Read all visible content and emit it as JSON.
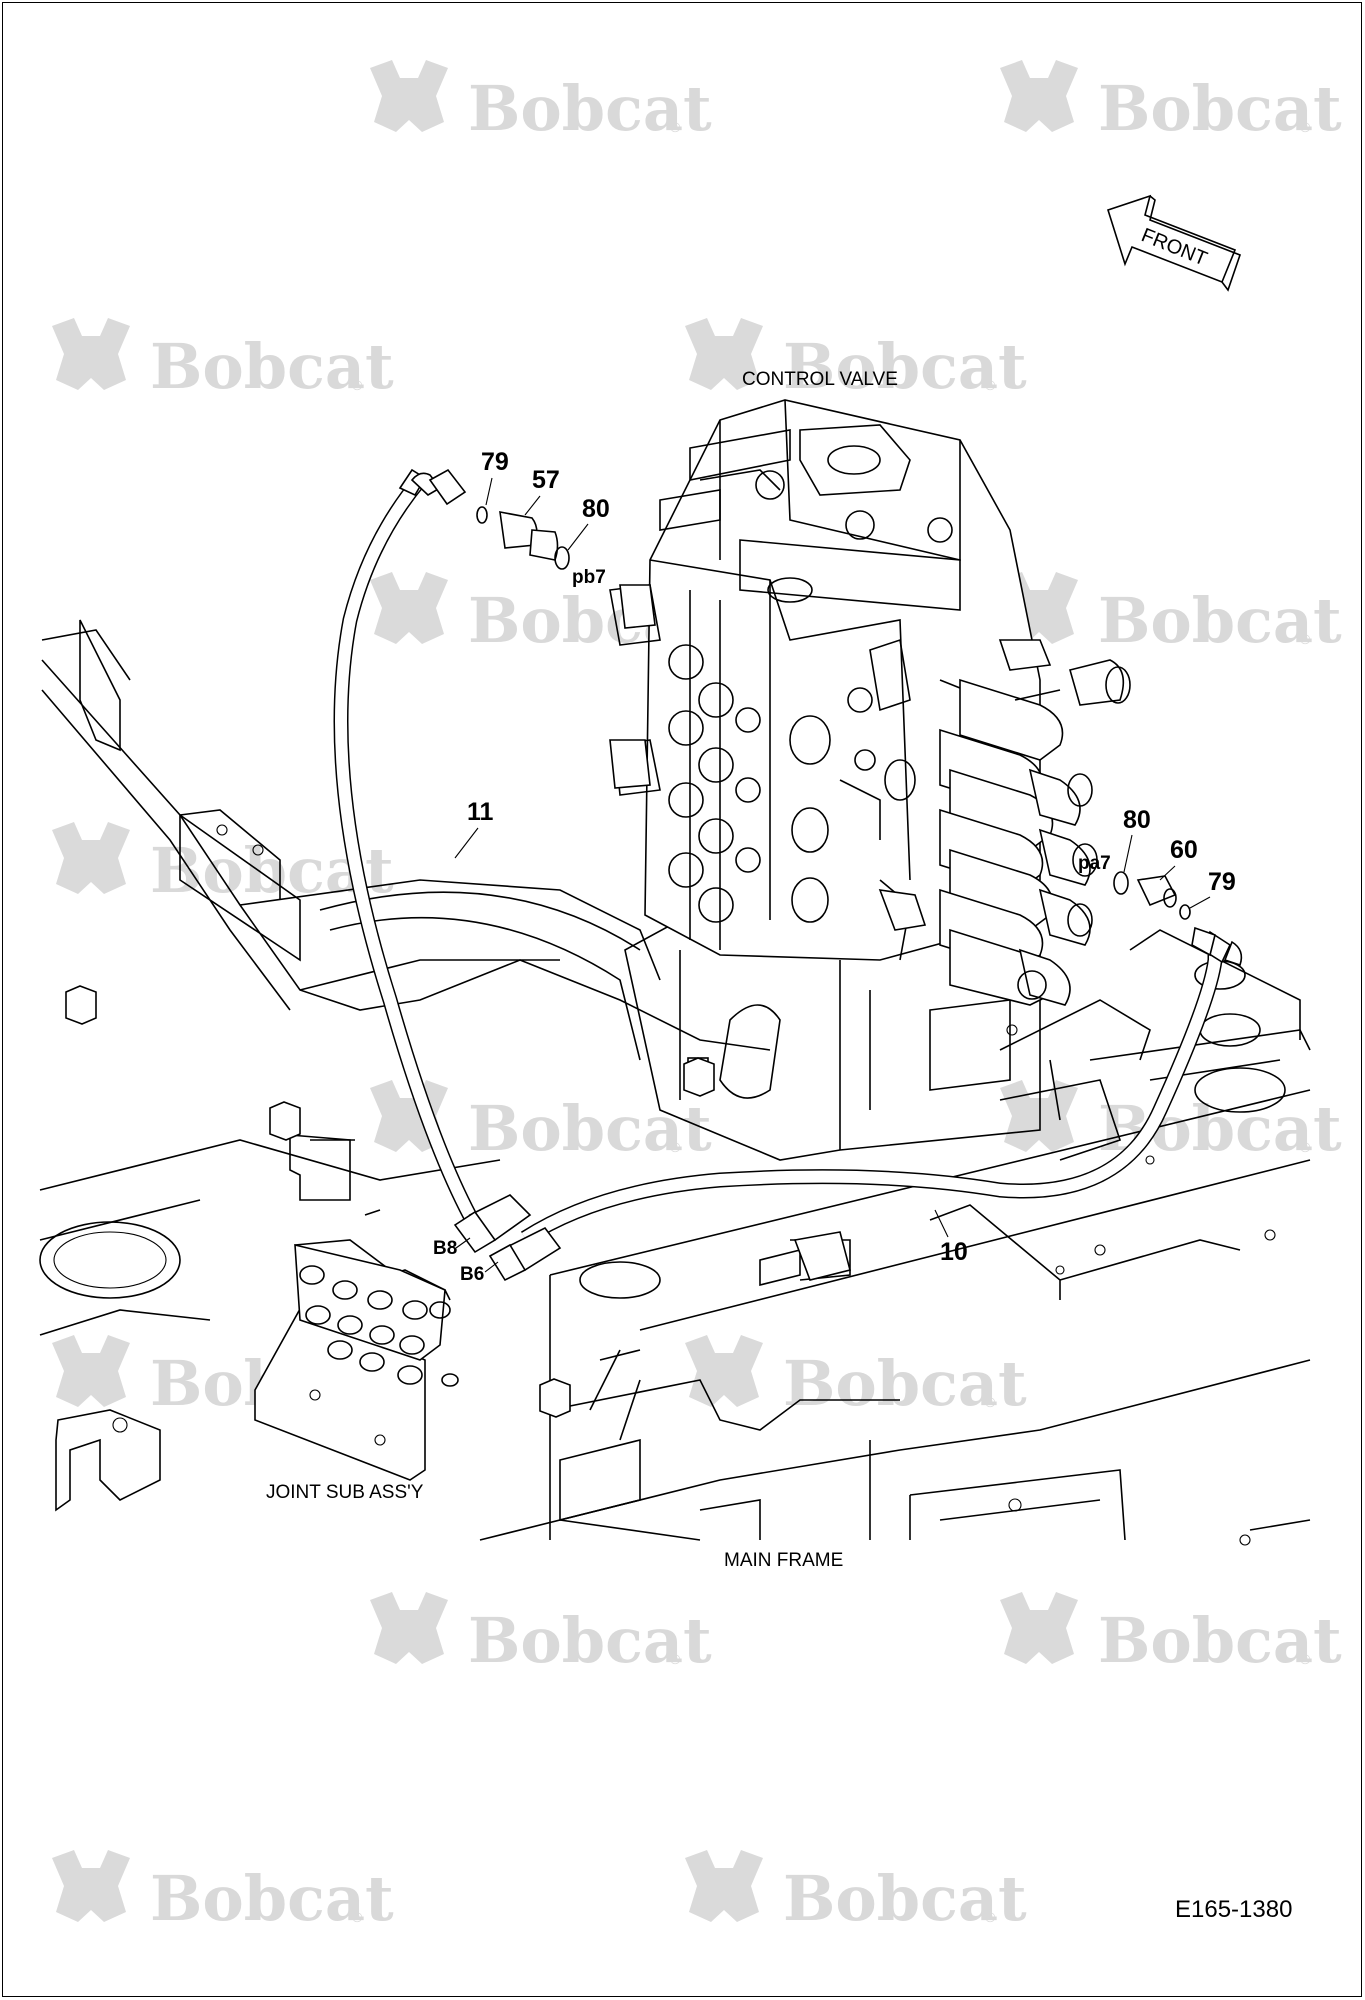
{
  "labels": {
    "control_valve": "CONTROL VALVE",
    "joint_sub_assy": "JOINT SUB ASS'Y",
    "main_frame": "MAIN FRAME",
    "front": "FRONT",
    "drawing_code": "E165-1380"
  },
  "parts": {
    "p79a": "79",
    "p57": "57",
    "p80a": "80",
    "p11": "11",
    "p80b": "80",
    "p60": "60",
    "p79b": "79",
    "p10": "10"
  },
  "ports": {
    "pb7": "pb7",
    "pa7": "pa7",
    "b8": "B8",
    "b6": "B6"
  },
  "watermark": {
    "text": "Bobcat",
    "reg": "®",
    "color": "#d9d9d9"
  }
}
